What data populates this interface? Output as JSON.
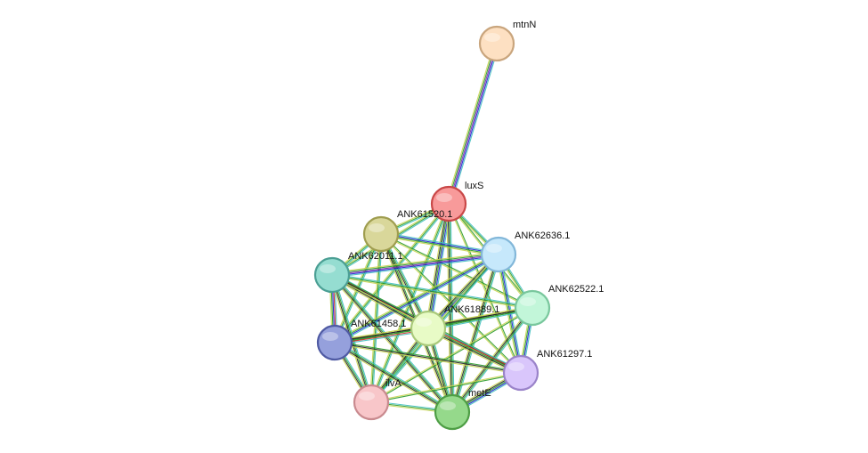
{
  "network": {
    "nodes": [
      {
        "id": "mtnN",
        "label": "mtnN",
        "fill": "#fde0c2",
        "stroke": "#c9a57d"
      },
      {
        "id": "luxS",
        "label": "luxS",
        "fill": "#f89a9a",
        "stroke": "#c94848"
      },
      {
        "id": "ANK61520.1",
        "label": "ANK61520.1",
        "fill": "#d9d79a",
        "stroke": "#9f9d4f"
      },
      {
        "id": "ANK62636.1",
        "label": "ANK62636.1",
        "fill": "#c6e8fb",
        "stroke": "#82b7d9"
      },
      {
        "id": "ANK62011.1",
        "label": "ANK62011.1",
        "fill": "#95ddd1",
        "stroke": "#4b9f94"
      },
      {
        "id": "ANK62522.1",
        "label": "ANK62522.1",
        "fill": "#c2f6d9",
        "stroke": "#79c79d"
      },
      {
        "id": "ANK61889.1",
        "label": "ANK61889.1",
        "fill": "#e8fbc6",
        "stroke": "#a9c97a"
      },
      {
        "id": "ANK61458.1",
        "label": "ANK61458.1",
        "fill": "#95a0dc",
        "stroke": "#4f5aa3"
      },
      {
        "id": "ANK61297.1",
        "label": "ANK61297.1",
        "fill": "#d9c6fb",
        "stroke": "#9a83c9"
      },
      {
        "id": "ilvA",
        "label": "ilvA",
        "fill": "#f8c6c9",
        "stroke": "#c98a8f"
      },
      {
        "id": "metE",
        "label": "metE",
        "fill": "#95d98b",
        "stroke": "#4e9e45"
      }
    ],
    "edges": [
      {
        "source": "mtnN",
        "target": "luxS",
        "colors": [
          "#3fbfbf",
          "#1f1fd0",
          "#7a2aa8",
          "#2a9a2a",
          "#c8d450"
        ]
      },
      {
        "source": "luxS",
        "target": "ANK61520.1",
        "colors": [
          "#3fbfbf",
          "#2a9a2a",
          "#c8d450"
        ]
      },
      {
        "source": "luxS",
        "target": "ANK62636.1",
        "colors": [
          "#3fbfbf",
          "#2a9a2a",
          "#c8d450"
        ]
      },
      {
        "source": "luxS",
        "target": "ANK62011.1",
        "colors": [
          "#3fbfbf",
          "#2a9a2a",
          "#c8d450"
        ]
      },
      {
        "source": "luxS",
        "target": "ANK62522.1",
        "colors": [
          "#2a9a2a",
          "#c8d450"
        ]
      },
      {
        "source": "luxS",
        "target": "ANK61889.1",
        "colors": [
          "#3fbfbf",
          "#1f1fd0",
          "#2a9a2a",
          "#222222",
          "#c8d450"
        ]
      },
      {
        "source": "luxS",
        "target": "ANK61458.1",
        "colors": [
          "#3fbfbf",
          "#2a9a2a",
          "#c8d450"
        ]
      },
      {
        "source": "luxS",
        "target": "ANK61297.1",
        "colors": [
          "#2a9a2a",
          "#c8d450"
        ]
      },
      {
        "source": "luxS",
        "target": "ilvA",
        "colors": [
          "#3fbfbf",
          "#2a9a2a",
          "#c8d450"
        ]
      },
      {
        "source": "luxS",
        "target": "metE",
        "colors": [
          "#3fbfbf",
          "#2a9a2a",
          "#222222",
          "#c8d450"
        ]
      },
      {
        "source": "ANK61520.1",
        "target": "ANK62636.1",
        "colors": [
          "#3fbfbf",
          "#1f1fd0",
          "#2a9a2a",
          "#c8d450"
        ]
      },
      {
        "source": "ANK61520.1",
        "target": "ANK62011.1",
        "colors": [
          "#3fbfbf",
          "#2a9a2a",
          "#c8d450"
        ]
      },
      {
        "source": "ANK61520.1",
        "target": "ANK62522.1",
        "colors": [
          "#2a9a2a",
          "#c8d450"
        ]
      },
      {
        "source": "ANK61520.1",
        "target": "ANK61889.1",
        "colors": [
          "#3fbfbf",
          "#2a9a2a",
          "#222222",
          "#c8d450"
        ]
      },
      {
        "source": "ANK61520.1",
        "target": "ANK61458.1",
        "colors": [
          "#3fbfbf",
          "#2a9a2a",
          "#c8d450"
        ]
      },
      {
        "source": "ANK61520.1",
        "target": "ANK61297.1",
        "colors": [
          "#2a9a2a",
          "#c8d450"
        ]
      },
      {
        "source": "ANK61520.1",
        "target": "ilvA",
        "colors": [
          "#3fbfbf",
          "#2a9a2a",
          "#c8d450"
        ]
      },
      {
        "source": "ANK61520.1",
        "target": "metE",
        "colors": [
          "#2a9a2a",
          "#222222",
          "#c8d450"
        ]
      },
      {
        "source": "ANK62636.1",
        "target": "ANK62011.1",
        "colors": [
          "#3fbfbf",
          "#1f1fd0",
          "#7a2aa8",
          "#2a9a2a",
          "#c8d450"
        ]
      },
      {
        "source": "ANK62636.1",
        "target": "ANK62522.1",
        "colors": [
          "#3fbfbf",
          "#2a9a2a",
          "#c8d450"
        ]
      },
      {
        "source": "ANK62636.1",
        "target": "ANK61889.1",
        "colors": [
          "#3fbfbf",
          "#1f1fd0",
          "#2a9a2a",
          "#222222",
          "#c8d450"
        ]
      },
      {
        "source": "ANK62636.1",
        "target": "ANK61458.1",
        "colors": [
          "#3fbfbf",
          "#1f1fd0",
          "#2a9a2a",
          "#c8d450"
        ]
      },
      {
        "source": "ANK62636.1",
        "target": "ANK61297.1",
        "colors": [
          "#3fbfbf",
          "#1f1fd0",
          "#2a9a2a",
          "#c8d450"
        ]
      },
      {
        "source": "ANK62636.1",
        "target": "ilvA",
        "colors": [
          "#3fbfbf",
          "#2a9a2a",
          "#c8d450"
        ]
      },
      {
        "source": "ANK62636.1",
        "target": "metE",
        "colors": [
          "#3fbfbf",
          "#2a9a2a",
          "#222222",
          "#c8d450"
        ]
      },
      {
        "source": "ANK62011.1",
        "target": "ANK62522.1",
        "colors": [
          "#3fbfbf",
          "#2a9a2a",
          "#c8d450"
        ]
      },
      {
        "source": "ANK62011.1",
        "target": "ANK61889.1",
        "colors": [
          "#3fbfbf",
          "#d02a2a",
          "#2a9a2a",
          "#222222",
          "#c8d450"
        ]
      },
      {
        "source": "ANK62011.1",
        "target": "ANK61458.1",
        "colors": [
          "#3fbfbf",
          "#d02a2a",
          "#1f1fd0",
          "#2a9a2a",
          "#c8d450"
        ]
      },
      {
        "source": "ANK62011.1",
        "target": "ANK61297.1",
        "colors": [
          "#2a9a2a",
          "#222222",
          "#c8d450"
        ]
      },
      {
        "source": "ANK62011.1",
        "target": "ilvA",
        "colors": [
          "#3fbfbf",
          "#2a9a2a",
          "#222222",
          "#c8d450"
        ]
      },
      {
        "source": "ANK62011.1",
        "target": "metE",
        "colors": [
          "#3fbfbf",
          "#2a9a2a",
          "#222222",
          "#c8d450"
        ]
      },
      {
        "source": "ANK62522.1",
        "target": "ANK61889.1",
        "colors": [
          "#3fbfbf",
          "#2a9a2a",
          "#222222",
          "#c8d450"
        ]
      },
      {
        "source": "ANK62522.1",
        "target": "ANK61458.1",
        "colors": [
          "#2a9a2a",
          "#222222",
          "#c8d450"
        ]
      },
      {
        "source": "ANK62522.1",
        "target": "ANK61297.1",
        "colors": [
          "#3fbfbf",
          "#1f1fd0",
          "#2a9a2a",
          "#c8d450"
        ]
      },
      {
        "source": "ANK62522.1",
        "target": "ilvA",
        "colors": [
          "#2a9a2a",
          "#c8d450"
        ]
      },
      {
        "source": "ANK62522.1",
        "target": "metE",
        "colors": [
          "#3fbfbf",
          "#2a9a2a",
          "#222222",
          "#c8d450"
        ]
      },
      {
        "source": "ANK61889.1",
        "target": "ANK61458.1",
        "colors": [
          "#3fbfbf",
          "#d02a2a",
          "#2a9a2a",
          "#222222",
          "#c8d450"
        ]
      },
      {
        "source": "ANK61889.1",
        "target": "ANK61297.1",
        "colors": [
          "#3fbfbf",
          "#d02a2a",
          "#2a9a2a",
          "#222222",
          "#c8d450"
        ]
      },
      {
        "source": "ANK61889.1",
        "target": "ilvA",
        "colors": [
          "#3fbfbf",
          "#2a9a2a",
          "#222222",
          "#c8d450"
        ]
      },
      {
        "source": "ANK61889.1",
        "target": "metE",
        "colors": [
          "#3fbfbf",
          "#2a9a2a",
          "#222222",
          "#c8d450"
        ]
      },
      {
        "source": "ANK61458.1",
        "target": "ANK61297.1",
        "colors": [
          "#2a9a2a",
          "#222222",
          "#c8d450"
        ]
      },
      {
        "source": "ANK61458.1",
        "target": "ilvA",
        "colors": [
          "#3fbfbf",
          "#2a9a2a",
          "#222222",
          "#c8d450"
        ]
      },
      {
        "source": "ANK61458.1",
        "target": "metE",
        "colors": [
          "#3fbfbf",
          "#2a9a2a",
          "#222222",
          "#c8d450"
        ]
      },
      {
        "source": "ANK61297.1",
        "target": "ilvA",
        "colors": [
          "#2a9a2a",
          "#c8d450"
        ]
      },
      {
        "source": "ANK61297.1",
        "target": "metE",
        "colors": [
          "#3fbfbf",
          "#1f1fd0",
          "#2a9a2a",
          "#222222",
          "#c8d450"
        ]
      },
      {
        "source": "ilvA",
        "target": "metE",
        "colors": [
          "#3fbfbf",
          "#2a9a2a",
          "#c8d450"
        ]
      }
    ]
  }
}
